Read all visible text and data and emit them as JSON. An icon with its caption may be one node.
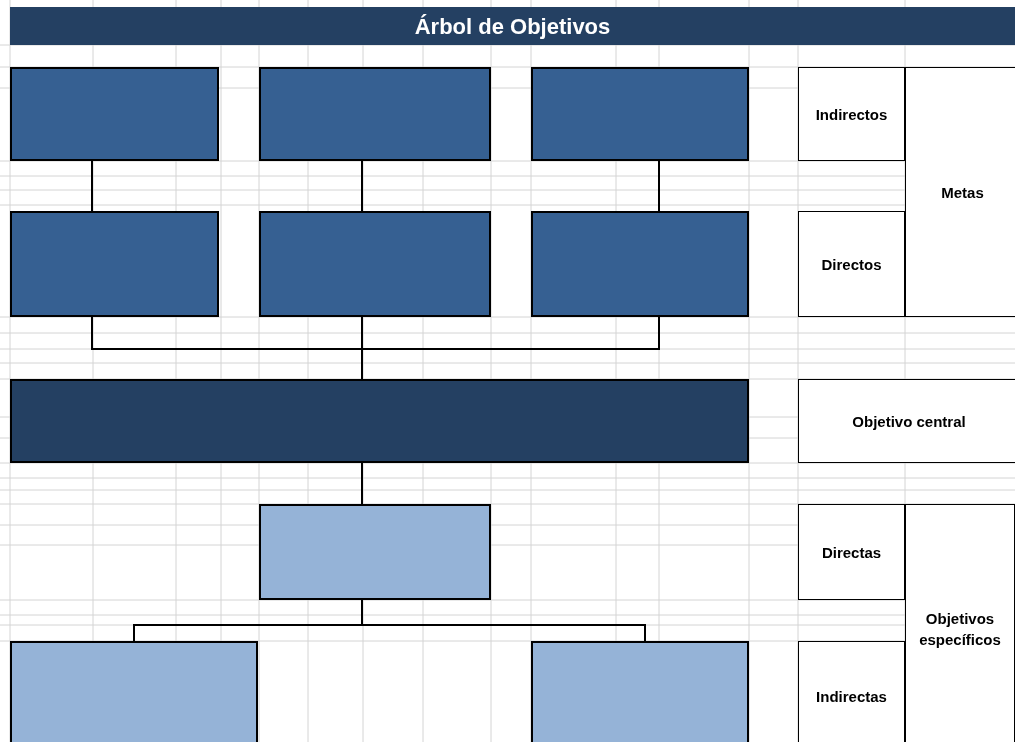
{
  "diagram": {
    "title": "Árbol de Objetivos",
    "nodes": [
      {
        "text": [],
        "shape": "box"
      },
      {
        "text": [],
        "shape": "box"
      },
      {
        "text": [],
        "shape": "box"
      },
      {
        "text": [],
        "shape": "box"
      },
      {
        "text": [],
        "shape": "box"
      },
      {
        "text": [],
        "shape": "box"
      },
      {
        "text": [],
        "shape": "box"
      },
      {
        "text": [],
        "shape": "box"
      },
      {
        "text": [],
        "shape": "box"
      },
      {
        "text": [],
        "shape": "box"
      },
      {
        "text": [
          "Indirectos"
        ]
      },
      {
        "text": [
          "Metas"
        ]
      },
      {
        "text": [
          "Directos"
        ]
      },
      {
        "text": [
          "Objetivo central"
        ]
      },
      {
        "text": [
          "Directas"
        ]
      },
      {
        "text": [
          "Objetivos específicos"
        ]
      },
      {
        "text": [
          "Indirectas"
        ]
      }
    ],
    "edges": [
      {
        "from": 3,
        "to": 0,
        "arrow": "none"
      },
      {
        "from": 4,
        "to": 1,
        "arrow": "none"
      },
      {
        "from": 5,
        "to": 2,
        "arrow": "none"
      },
      {
        "from": 3,
        "to": 6,
        "arrow": "none"
      },
      {
        "from": 4,
        "to": 6,
        "arrow": "none"
      },
      {
        "from": 5,
        "to": 6,
        "arrow": "none"
      },
      {
        "from": 6,
        "to": 7,
        "arrow": "none"
      },
      {
        "from": 7,
        "to": 8,
        "arrow": "none"
      },
      {
        "from": 7,
        "to": 9,
        "arrow": "none"
      }
    ]
  }
}
